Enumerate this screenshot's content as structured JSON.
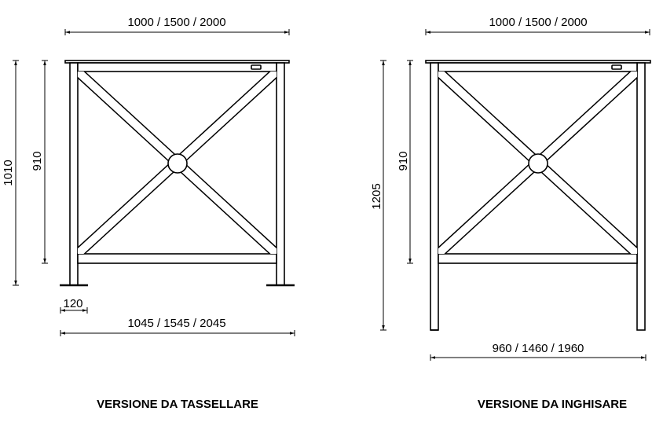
{
  "left_drawing": {
    "top_width": "1000  /  1500  /  2000",
    "total_height": "1010",
    "panel_height": "910",
    "foot_width": "120",
    "bottom_width": "1045  /  1545  /  2045",
    "title": "VERSIONE DA TASSELLARE"
  },
  "right_drawing": {
    "top_width": "1000  /  1500  /  2000",
    "total_height": "1205",
    "panel_height": "910",
    "bottom_width": "960  /  1460  /  1960",
    "title": "VERSIONE DA INGHISARE"
  }
}
